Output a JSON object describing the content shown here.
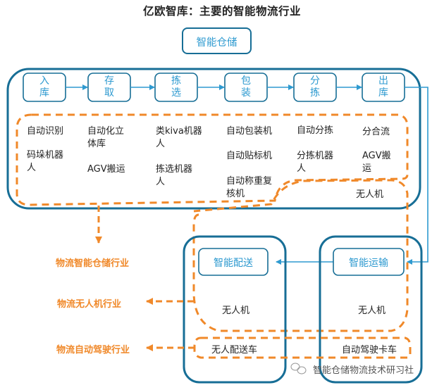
{
  "title": "亿欧智库：主要的智能物流行业",
  "warehouse_label": "智能仓储",
  "process_steps": [
    "入\n库",
    "存\n取",
    "拣\n选",
    "包\n装",
    "分\n拣",
    "出\n库"
  ],
  "technologies": {
    "col1": [
      "自动识别",
      "码垛机器\n人"
    ],
    "col2": [
      "自动化立\n体库",
      "AGV搬运"
    ],
    "col3": [
      "类kiva机器\n人",
      "拣选机器\n人"
    ],
    "col4": [
      "自动包装机",
      "自动贴标机",
      "自动称重复\n核机"
    ],
    "col5": [
      "自动分拣",
      "分拣机器\n人"
    ],
    "col6": [
      "分合流",
      "AGV搬\n运"
    ],
    "drone_warehouse": "无人机"
  },
  "delivery": {
    "label": "智能配送",
    "drone": "无人机",
    "vehicle": "无人配送车"
  },
  "transport": {
    "label": "智能运输",
    "drone": "无人机",
    "vehicle": "自动驾驶卡车"
  },
  "industries": [
    "物流智能仓储行业",
    "物流无人机行业",
    "物流自动驾驶行业"
  ],
  "watermark": "智能仓储物流技术研习社",
  "colors": {
    "frame": "#176e96",
    "accent_blue": "#2e9ad0",
    "orange": "#f0892a",
    "text": "#222222"
  }
}
